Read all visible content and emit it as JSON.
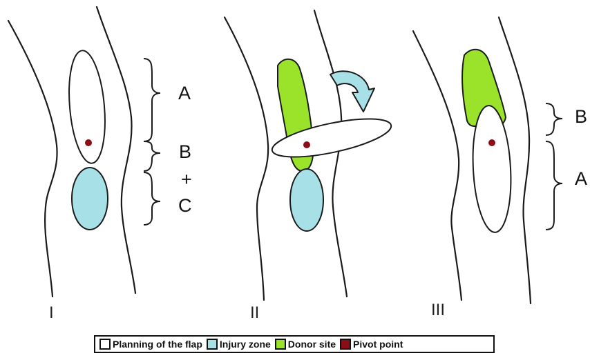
{
  "panels": {
    "p1": {
      "roman": "I",
      "labels": {
        "a": "A",
        "b": "B",
        "plus": "+",
        "c": "C"
      }
    },
    "p2": {
      "roman": "II"
    },
    "p3": {
      "roman": "III",
      "labels": {
        "b": "B",
        "a": "A"
      }
    }
  },
  "legend": [
    {
      "label": "Planning of the flap",
      "color": "#ffffff"
    },
    {
      "label": "Injury zone",
      "color": "#a8e0e8"
    },
    {
      "label": "Donor site",
      "color": "#9be22b"
    },
    {
      "label": "Pivot point",
      "color": "#8b0d16"
    }
  ],
  "colors": {
    "outline": "#1a1a1a",
    "injury": "#a8e0e8",
    "donor": "#9be22b",
    "pivot": "#8b0d16",
    "arrow": "#a8e0e8"
  }
}
